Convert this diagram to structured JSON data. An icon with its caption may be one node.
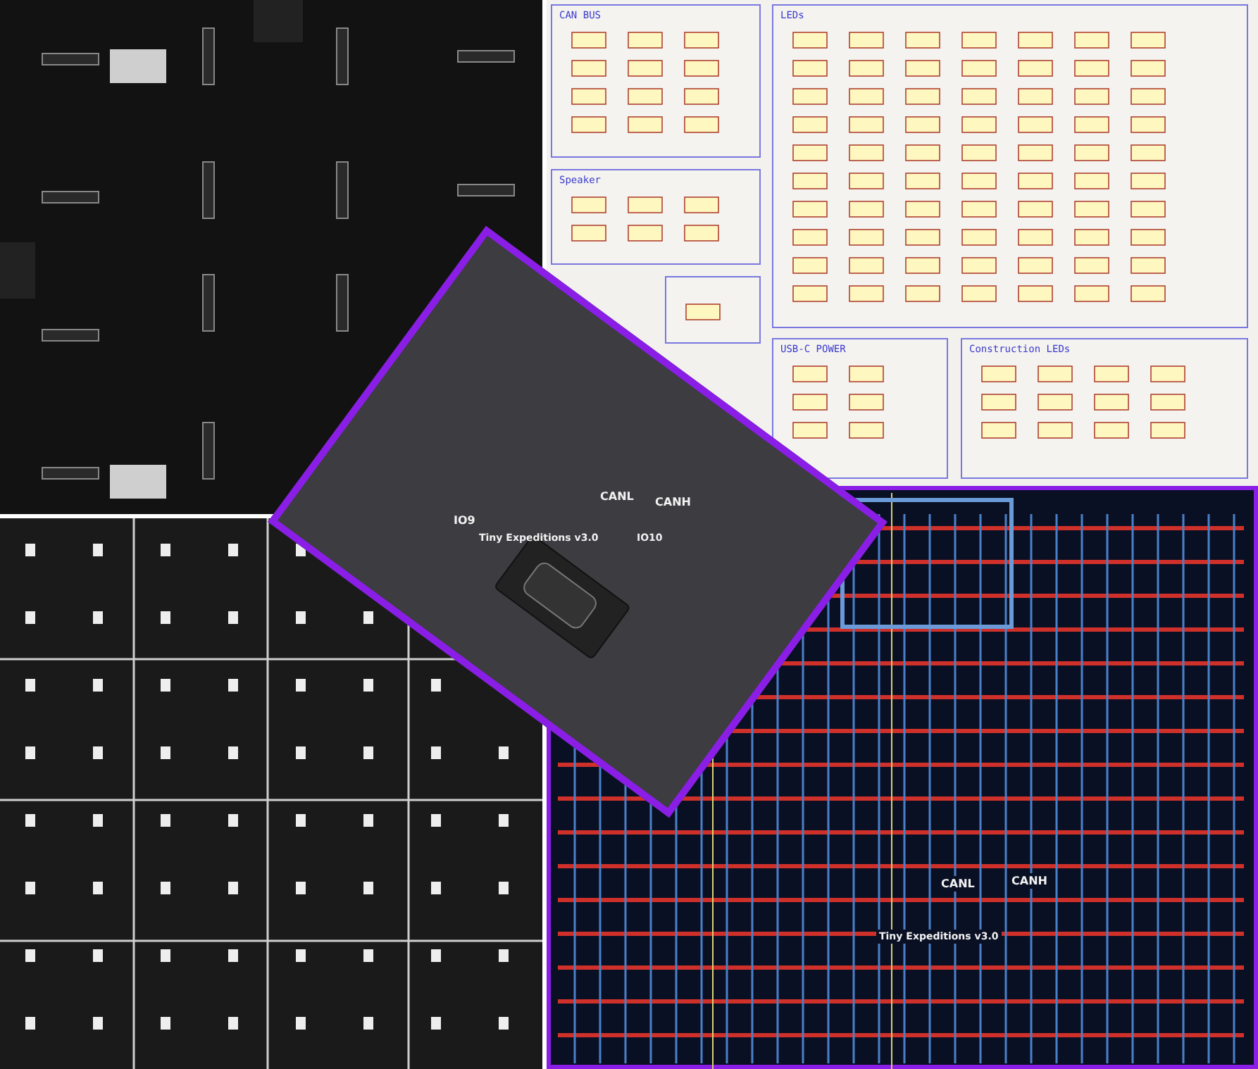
{
  "diagram": {
    "nodes": [
      {
        "text": [
          "CAN BUS"
        ]
      },
      {
        "text": [
          "Speaker"
        ]
      },
      {
        "text": [],
        "shape": "box"
      },
      {
        "text": [
          "LEDs"
        ]
      },
      {
        "text": [
          "USB-C POWER"
        ]
      },
      {
        "text": [
          "Construction LEDs"
        ]
      }
    ],
    "labels": [
      "IO9",
      "CANL",
      "CANH",
      "Tiny Expeditions v3.0",
      "IO10",
      "CANL",
      "CANH",
      "Tiny Expeditions v3.0"
    ]
  }
}
